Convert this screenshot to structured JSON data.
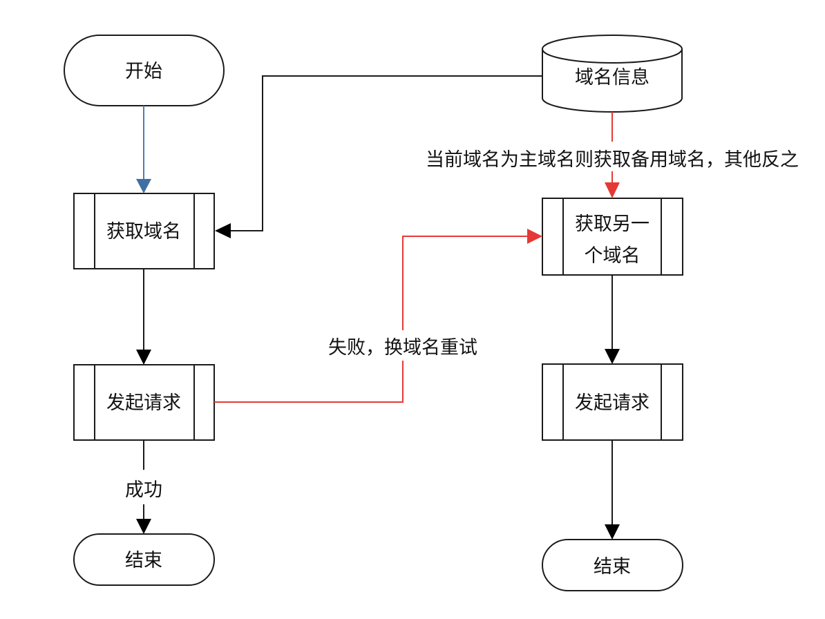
{
  "colors": {
    "stroke": "#1a1a1a",
    "blue_arrow": "#4a7eb5",
    "red_arrow": "#e53935",
    "background": "#ffffff"
  },
  "nodes": {
    "start": {
      "label": "开始",
      "type": "terminator"
    },
    "domain_info": {
      "label": "域名信息",
      "type": "database"
    },
    "get_domain": {
      "label": "获取域名",
      "type": "predefined-process"
    },
    "get_other_domain": {
      "label_line1": "获取另一",
      "label_line2": "个域名",
      "type": "predefined-process"
    },
    "request_left": {
      "label": "发起请求",
      "type": "predefined-process"
    },
    "request_right": {
      "label": "发起请求",
      "type": "predefined-process"
    },
    "end_left": {
      "label": "结束",
      "type": "terminator"
    },
    "end_right": {
      "label": "结束",
      "type": "terminator"
    }
  },
  "edges": {
    "domain_to_other": {
      "label": "当前域名为主域名则获取备用域名，其他反之"
    },
    "fail_retry": {
      "label": "失败，换域名重试"
    },
    "success": {
      "label": "成功"
    }
  }
}
